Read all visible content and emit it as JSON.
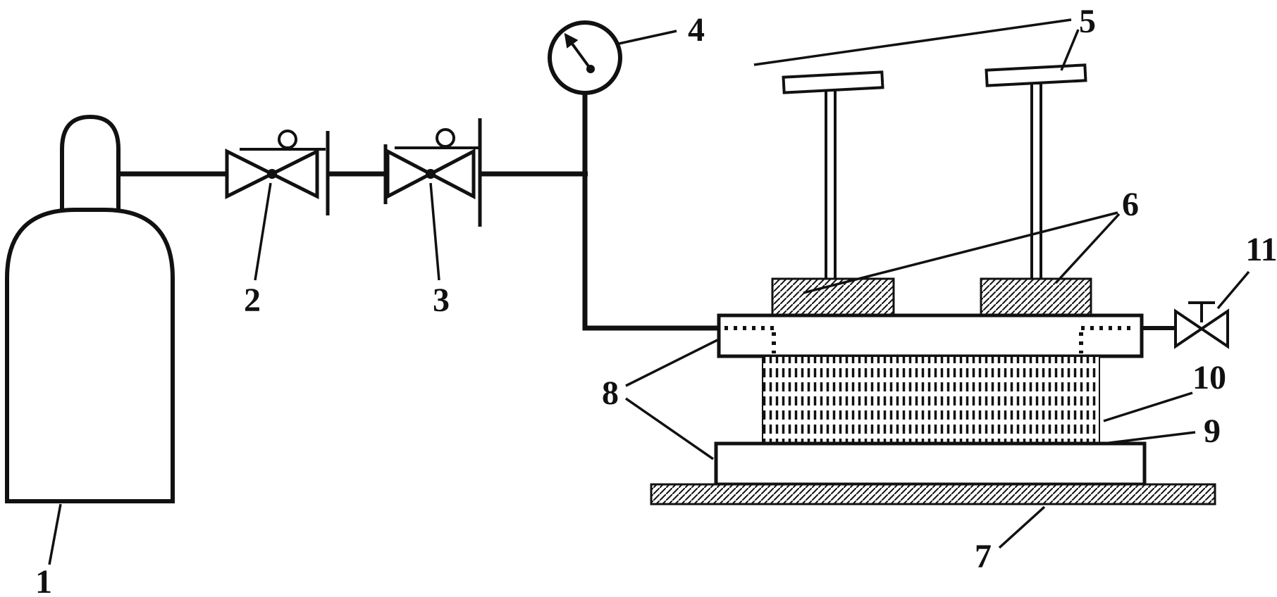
{
  "page": {
    "background": "#ffffff",
    "ink": "#111111",
    "type": "patent-style schematic line drawing"
  },
  "figure": {
    "labels": [
      {
        "name": "gas-cylinder",
        "text": "1"
      },
      {
        "name": "shutoff-valve",
        "text": "2"
      },
      {
        "name": "regulating-valve",
        "text": "3"
      },
      {
        "name": "pressure-gauge",
        "text": "4"
      },
      {
        "name": "clamp-screw-handles",
        "text": "5"
      },
      {
        "name": "clamp-blocks",
        "text": "6"
      },
      {
        "name": "base-plate",
        "text": "7"
      },
      {
        "name": "end-plates",
        "text": "8"
      },
      {
        "name": "stack-layer-lower",
        "text": "9"
      },
      {
        "name": "stack-layer-upper",
        "text": "10"
      },
      {
        "name": "outlet-valve",
        "text": "11"
      }
    ]
  }
}
